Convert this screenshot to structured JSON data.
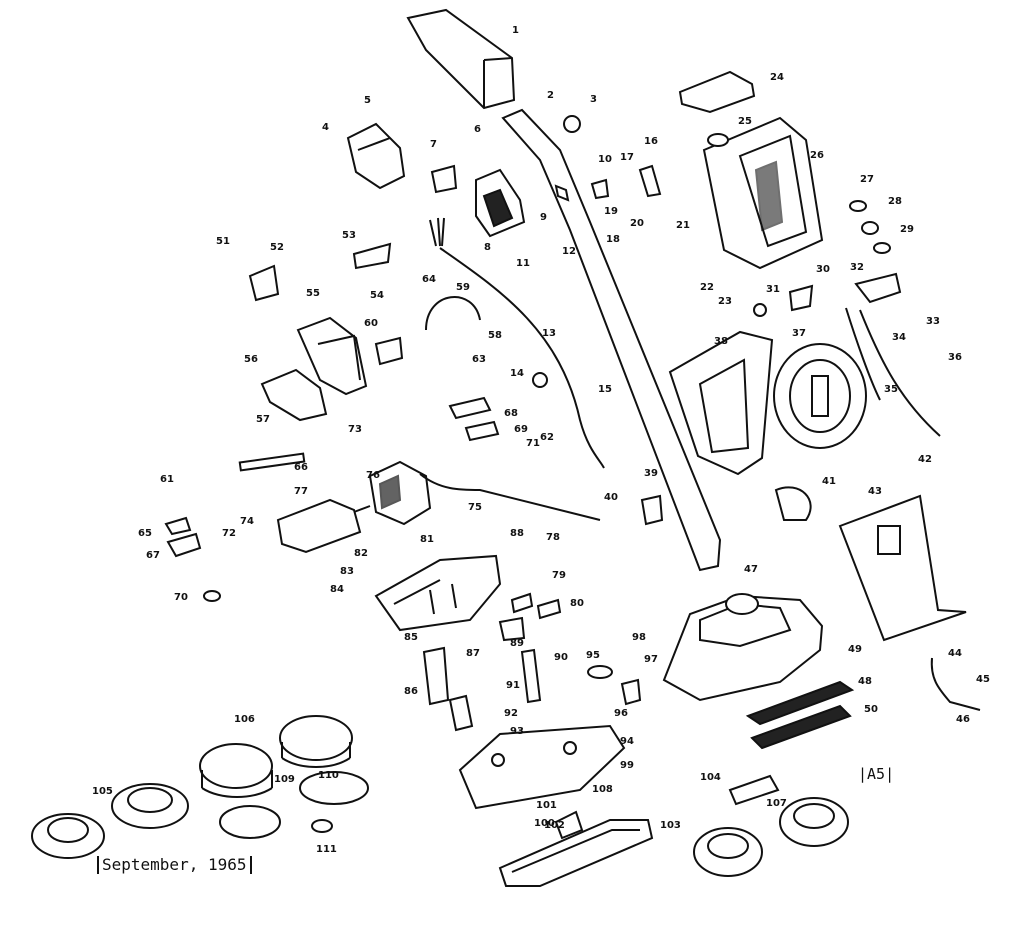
{
  "diagram": {
    "caption_date": "September, 1965",
    "plate_code": "|A5|",
    "callout_numbers": [
      "1",
      "2",
      "3",
      "4",
      "5",
      "6",
      "7",
      "8",
      "9",
      "10",
      "11",
      "12",
      "13",
      "14",
      "15",
      "16",
      "17",
      "18",
      "19",
      "20",
      "21",
      "22",
      "23",
      "24",
      "25",
      "26",
      "27",
      "28",
      "29",
      "30",
      "31",
      "32",
      "33",
      "34",
      "35",
      "36",
      "37",
      "38",
      "39",
      "40",
      "41",
      "42",
      "43",
      "44",
      "45",
      "46",
      "47",
      "48",
      "49",
      "50",
      "51",
      "52",
      "53",
      "54",
      "55",
      "56",
      "57",
      "58",
      "59",
      "60",
      "61",
      "62",
      "63",
      "64",
      "65",
      "66",
      "67",
      "68",
      "69",
      "70",
      "71",
      "72",
      "73",
      "74",
      "75",
      "76",
      "77",
      "78",
      "79",
      "80",
      "81",
      "82",
      "83",
      "84",
      "85",
      "86",
      "87",
      "88",
      "89",
      "90",
      "91",
      "92",
      "93",
      "94",
      "95",
      "96",
      "97",
      "98",
      "99",
      "100",
      "101",
      "102",
      "103",
      "104",
      "105",
      "106",
      "107",
      "108",
      "109",
      "110",
      "111"
    ]
  }
}
